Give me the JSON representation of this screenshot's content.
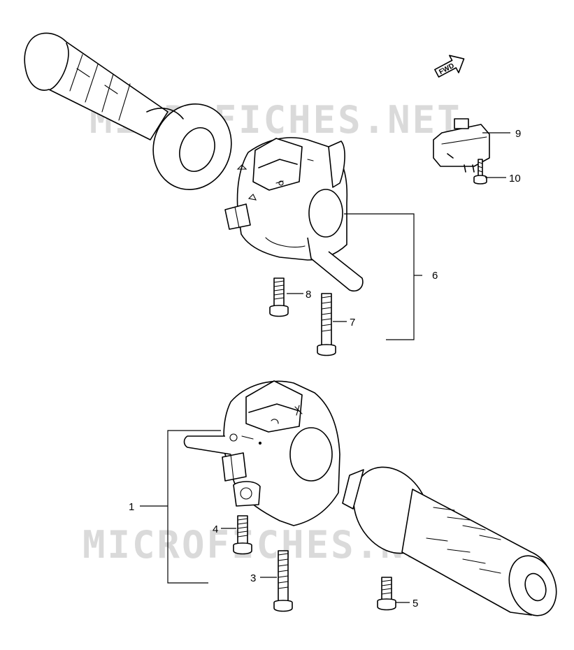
{
  "watermark": "MICROFICHES.NET",
  "fwd_label": "FWD",
  "callouts": {
    "c1": "1",
    "c3": "3",
    "c4": "4",
    "c5": "5",
    "c6": "6",
    "c7": "7",
    "c8": "8",
    "c9": "9",
    "c10": "10"
  },
  "colors": {
    "line": "#000000",
    "watermark": "#d4d4d4",
    "background": "#ffffff"
  }
}
